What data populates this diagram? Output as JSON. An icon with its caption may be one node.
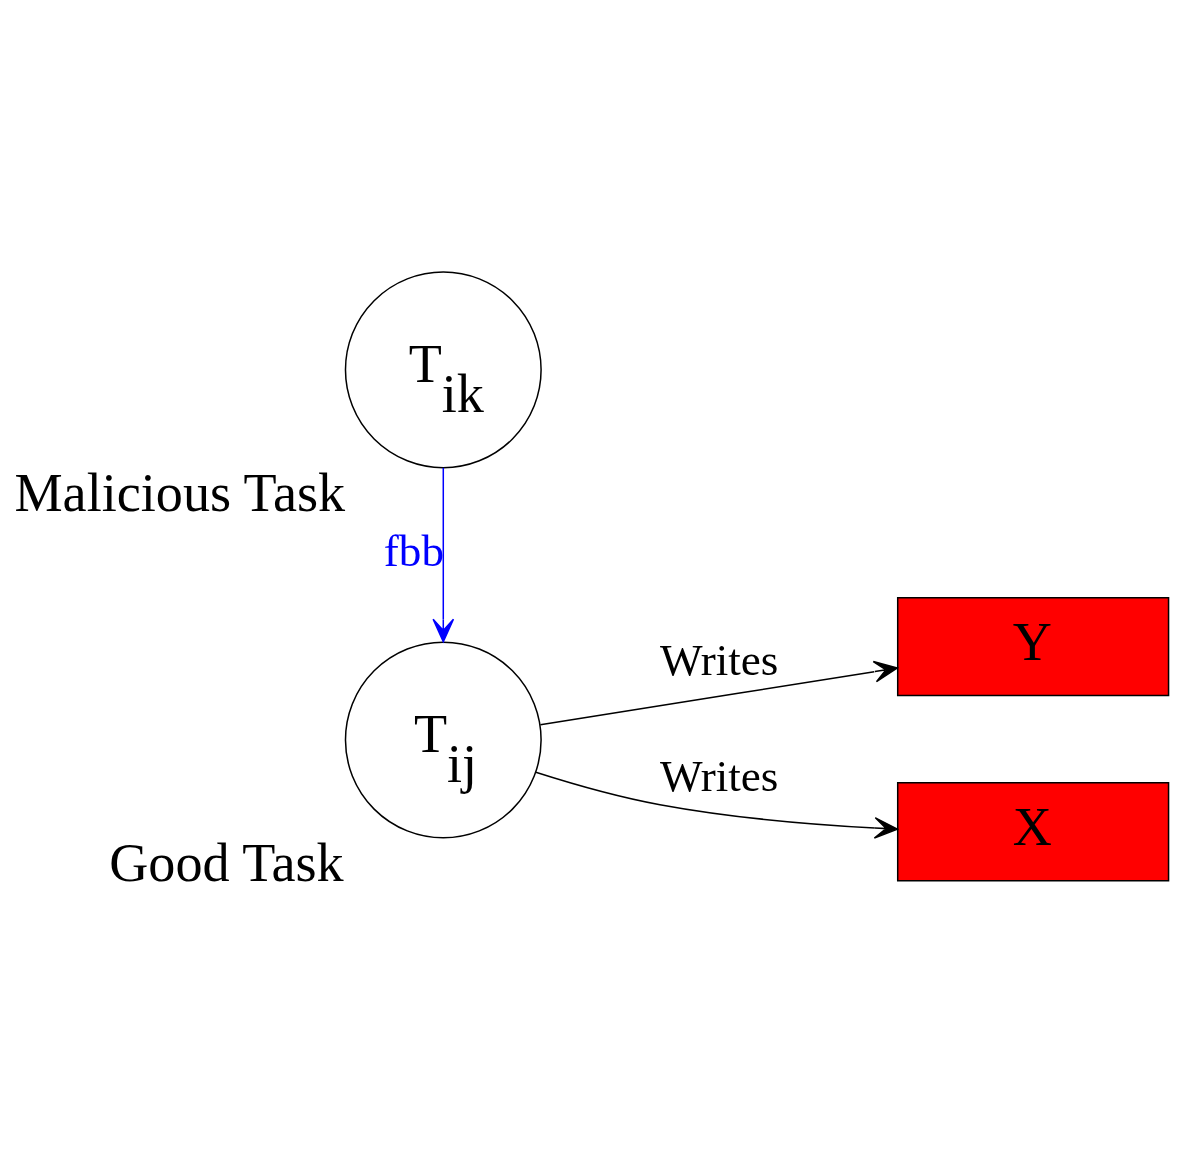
{
  "diagram": {
    "nodes": [
      {
        "text": [
          "Good Task",
          "T$_{ij}$"
        ]
      },
      {
        "text": [
          "Y"
        ]
      },
      {
        "text": [
          "X"
        ]
      },
      {
        "text": [
          "T$_{ik}$",
          "Malicious Task"
        ]
      }
    ],
    "edges": [
      {
        "from": 0,
        "to": 1,
        "arrow": "to",
        "label": "Writes"
      },
      {
        "from": 0,
        "to": 2,
        "arrow": "to",
        "label": "Writes"
      },
      {
        "from": 3,
        "to": 0,
        "arrow": "to",
        "label": "fbb",
        "color": "#0000ff"
      }
    ]
  }
}
